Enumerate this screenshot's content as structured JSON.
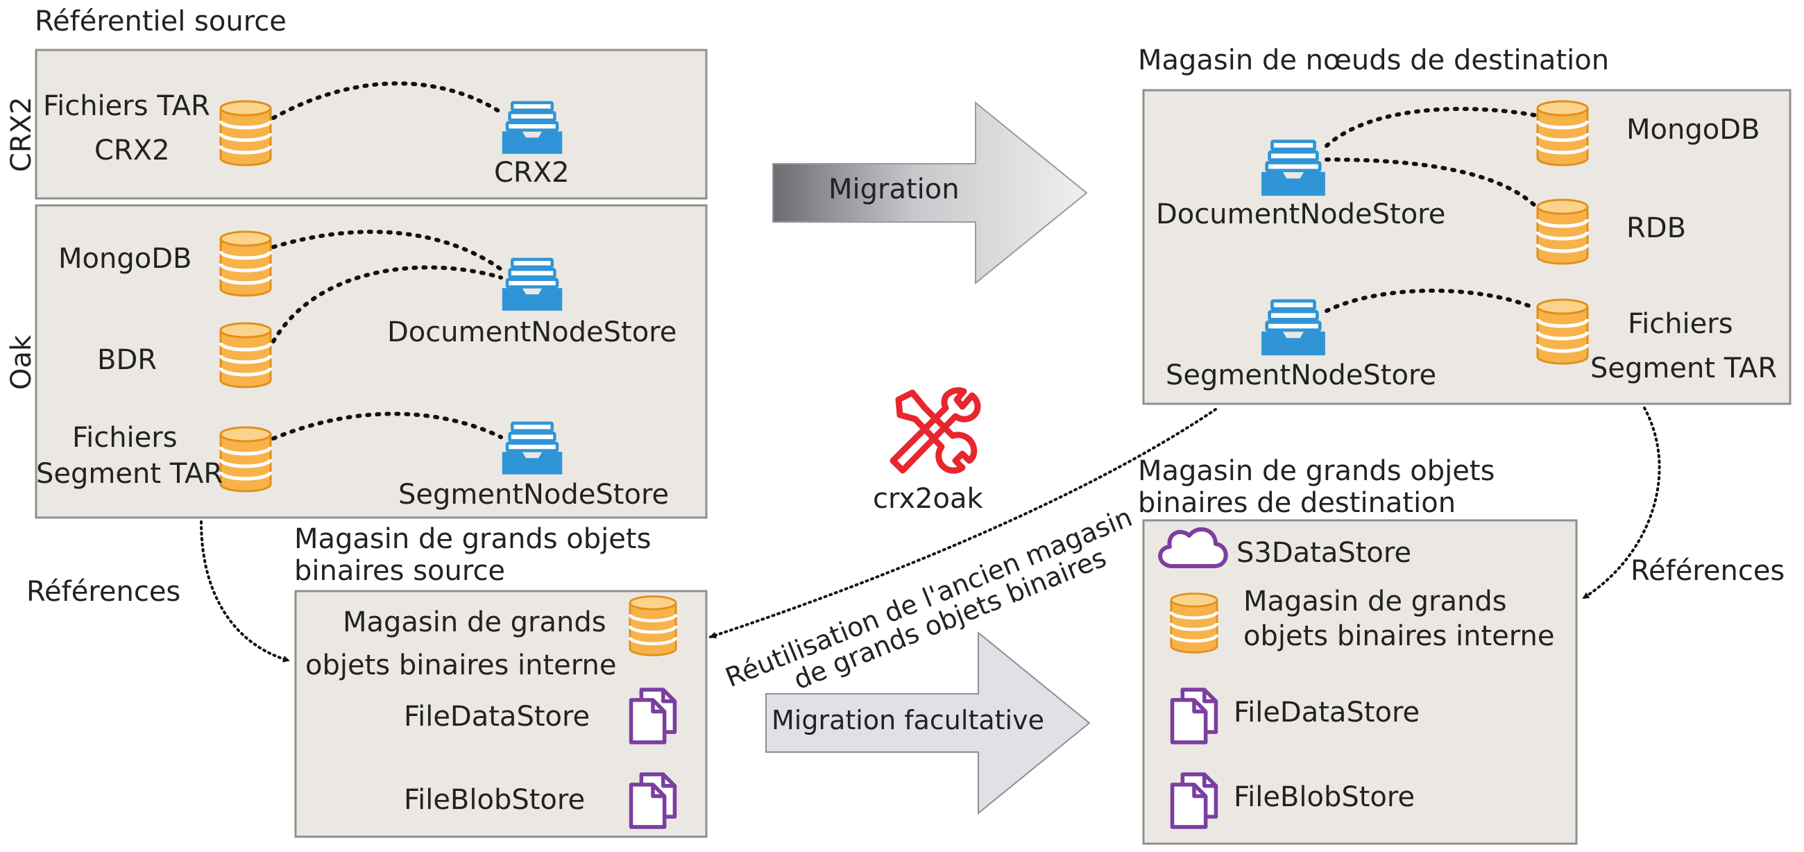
{
  "source": {
    "title": "Référentiel source",
    "crx2": {
      "side_label": "CRX2",
      "tar_label": "Fichiers TAR",
      "tar_label2": "CRX2",
      "store_label": "CRX2"
    },
    "oak": {
      "side_label": "Oak",
      "mongo_label": "MongoDB",
      "bdr_label": "BDR",
      "segment_files_label": "Fichiers",
      "segment_files_label2": "Segment TAR",
      "document_store_label": "DocumentNodeStore",
      "segment_store_label": "SegmentNodeStore"
    }
  },
  "source_blob": {
    "title_line1": "Magasin de grands objets",
    "title_line2": "binaires source",
    "internal_line1": "Magasin de grands",
    "internal_line2": "objets binaires interne",
    "file_data_store": "FileDataStore",
    "file_blob_store": "FileBlobStore"
  },
  "references_left": "Références",
  "migration_label": "Migration",
  "optional_migration_label": "Migration facultative",
  "tool": {
    "name": "crx2oak",
    "icon": "wrench-screwdriver-icon",
    "color": "#e8262d"
  },
  "reuse_line1": "Réutilisation de l'ancien magasin",
  "reuse_line2": "de grands objets binaires",
  "destination": {
    "title": "Magasin de nœuds de destination",
    "document_store_label": "DocumentNodeStore",
    "segment_store_label": "SegmentNodeStore",
    "mongo_label": "MongoDB",
    "rdb_label": "RDB",
    "segment_files_label": "Fichiers",
    "segment_files_label2": "Segment TAR"
  },
  "destination_blob": {
    "title_line1": "Magasin de grands objets",
    "title_line2": "binaires de destination",
    "s3_label": "S3DataStore",
    "internal_line1": "Magasin de grands",
    "internal_line2": "objets binaires interne",
    "file_data_store": "FileDataStore",
    "file_blob_store": "FileBlobStore"
  },
  "references_right": "Références",
  "colors": {
    "panel_fill": "#ebe8e3",
    "panel_border": "#8f8f8f",
    "database": "#f5a623",
    "node_store": "#2f95d6",
    "file_store": "#7b3fa0",
    "cloud": "#7b3fa0"
  }
}
